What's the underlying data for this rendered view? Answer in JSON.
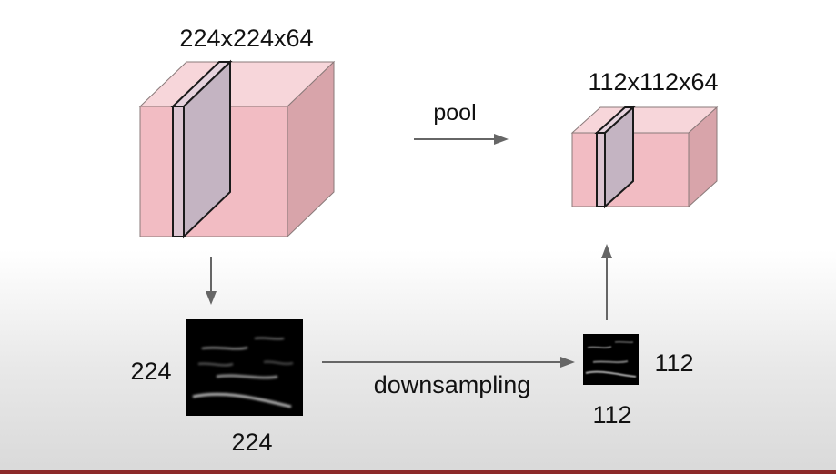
{
  "colors": {
    "cube_front": "#f2bcc3",
    "cube_top": "#f7d6da",
    "cube_side": "#d8a4aa",
    "cube_edge": "#8a7a7a",
    "slice_face": "#c4b4c2",
    "arrow": "#666666",
    "text": "#111111",
    "accent_bar": "#8c2a2a"
  },
  "input_volume": {
    "label": "224x224x64"
  },
  "output_volume": {
    "label": "112x112x64"
  },
  "pool_arrow": {
    "label": "pool"
  },
  "input_slice": {
    "height_label": "224",
    "width_label": "224"
  },
  "output_slice": {
    "height_label": "112",
    "width_label": "112"
  },
  "downsample_arrow": {
    "label": "downsampling"
  }
}
